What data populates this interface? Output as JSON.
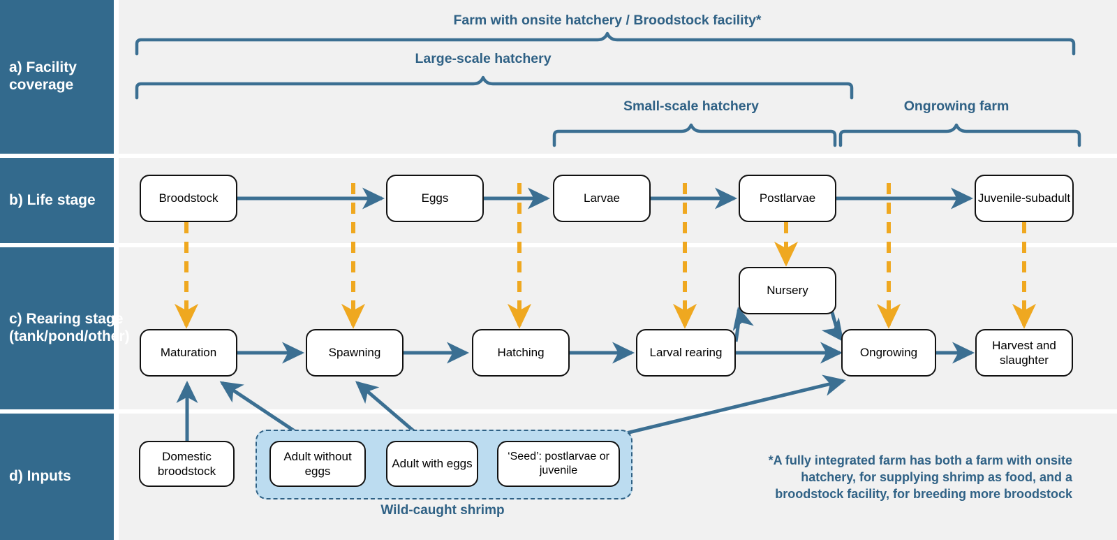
{
  "colors": {
    "sidebar_blue": "#336a8d",
    "panel_grey": "#f1f1f1",
    "arrow_blue": "#3b6f92",
    "dashed_orange": "#efa820",
    "wild_fill": "#bcdcf0",
    "label_blue": "#2f6185",
    "node_border": "#111111",
    "node_fill": "#ffffff"
  },
  "rows": [
    {
      "key": "a",
      "label": "a) Facility coverage"
    },
    {
      "key": "b",
      "label": "b) Life stage"
    },
    {
      "key": "c",
      "label": "c) Rearing stage (tank/pond/other)"
    },
    {
      "key": "d",
      "label": "d) Inputs"
    }
  ],
  "facility_coverage": {
    "braces": [
      {
        "name": "farm-with-onsite-hatchery",
        "label": "Farm with onsite hatchery / Broodstock facility*"
      },
      {
        "name": "large-scale-hatchery",
        "label": "Large-scale hatchery"
      },
      {
        "name": "small-scale-hatchery",
        "label": "Small-scale hatchery"
      },
      {
        "name": "ongrowing-farm",
        "label": "Ongrowing farm"
      }
    ]
  },
  "life_stage": {
    "nodes": [
      {
        "name": "broodstock",
        "label": "Broodstock"
      },
      {
        "name": "eggs",
        "label": "Eggs"
      },
      {
        "name": "larvae",
        "label": "Larvae"
      },
      {
        "name": "postlarvae",
        "label": "Postlarvae"
      },
      {
        "name": "juvenile-subadult",
        "label": "Juvenile-subadult"
      }
    ]
  },
  "rearing_stage": {
    "nodes": [
      {
        "name": "maturation",
        "label": "Maturation"
      },
      {
        "name": "spawning",
        "label": "Spawning"
      },
      {
        "name": "hatching",
        "label": "Hatching"
      },
      {
        "name": "larval-rearing",
        "label": "Larval rearing"
      },
      {
        "name": "nursery",
        "label": "Nursery"
      },
      {
        "name": "ongrowing",
        "label": "Ongrowing"
      },
      {
        "name": "harvest-and-slaughter",
        "label": "Harvest and slaughter"
      }
    ]
  },
  "inputs": {
    "nodes": [
      {
        "name": "domestic-broodstock",
        "label": "Domestic broodstock"
      },
      {
        "name": "adult-without-eggs",
        "label": "Adult without eggs"
      },
      {
        "name": "adult-with-eggs",
        "label": "Adult with eggs"
      },
      {
        "name": "seed-postlarvae-or-juvenile",
        "label": "‘Seed’: postlarvae or juvenile"
      }
    ],
    "group_label": "Wild-caught shrimp"
  },
  "footnote": "*A fully integrated farm has both a farm with onsite hatchery, for supplying shrimp as food, and a broodstock facility, for breeding more broodstock"
}
